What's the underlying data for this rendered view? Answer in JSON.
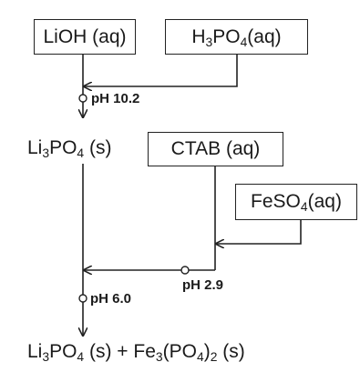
{
  "nodes": {
    "lioh": {
      "text": "LiOH (aq)"
    },
    "h3po4": {
      "formula": "H",
      "sub1": "3",
      "mid": "PO",
      "sub2": "4",
      "state": "(aq)"
    },
    "li3po4_intermediate": {
      "formula": "Li",
      "sub1": "3",
      "mid": "PO",
      "sub2": "4",
      "state": " (s)"
    },
    "ctab": {
      "text": "CTAB (aq)"
    },
    "feso4": {
      "formula": "FeSO",
      "sub1": "4",
      "state": "(aq)"
    },
    "product": {
      "part1": "Li",
      "sub1": "3",
      "part2": "PO",
      "sub2": "4",
      "part3": " (s) + Fe",
      "sub3": "3",
      "part4": "(PO",
      "sub4": "4",
      "part5": ")",
      "sub5": "2",
      "part6": " (s)"
    }
  },
  "conditions": {
    "ph1": "pH 10.2",
    "ph2": "pH 2.9",
    "ph3": "pH 6.0"
  },
  "colors": {
    "line": "#222222",
    "text": "#1a1a1a",
    "background": "#ffffff"
  }
}
